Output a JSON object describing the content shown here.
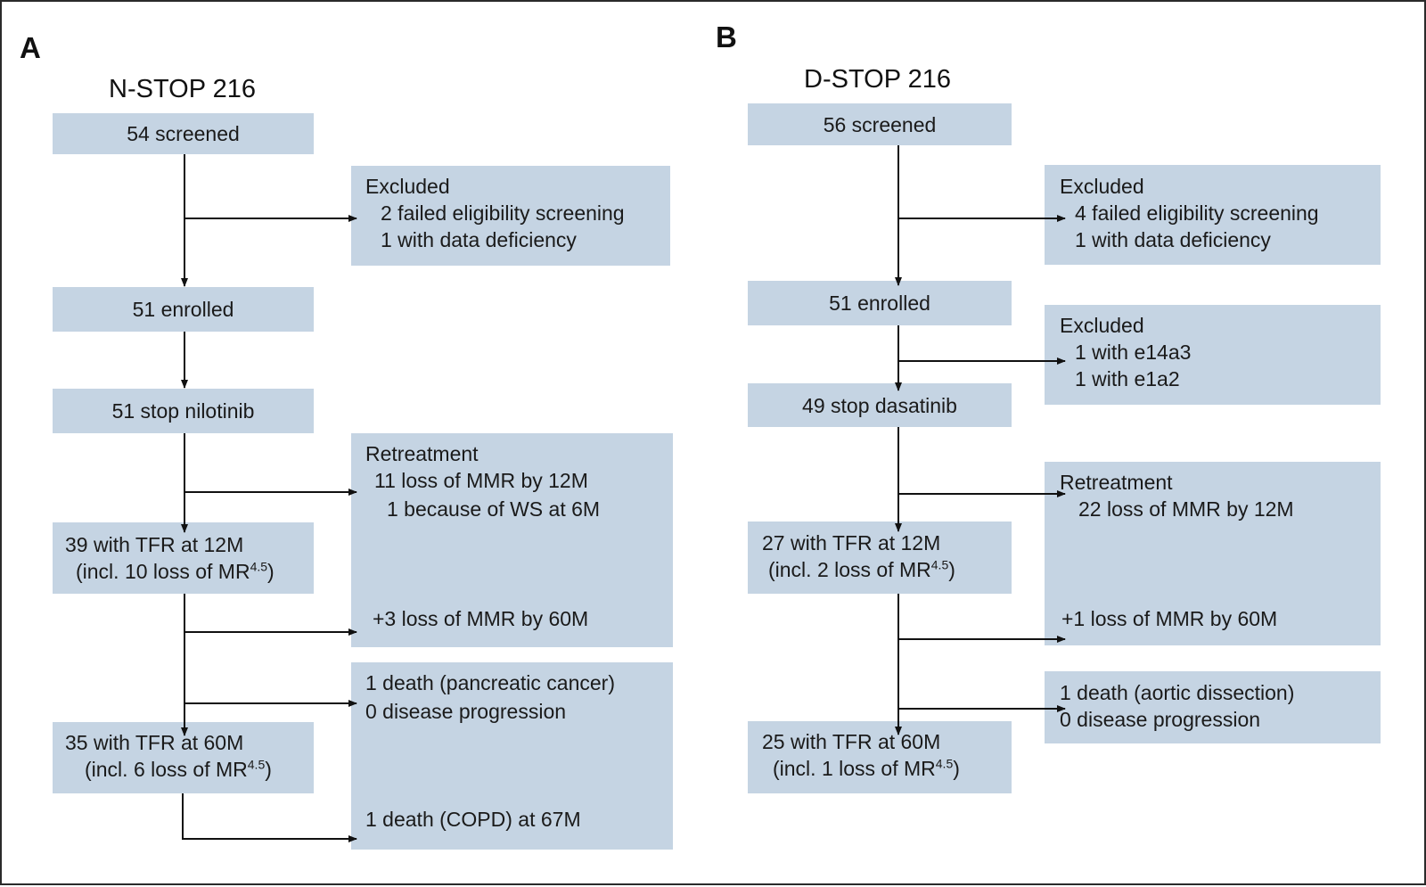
{
  "panels": {
    "a": {
      "letter": "A",
      "title": "N-STOP 216",
      "screened": "54 screened",
      "excluded": {
        "heading": "Excluded",
        "lines": [
          "2 failed eligibility screening",
          "1 with data deficiency"
        ]
      },
      "enrolled": "51 enrolled",
      "stop": "51 stop nilotinib",
      "retreatment": {
        "heading": "Retreatment",
        "lines": [
          "11 loss of MMR by 12M",
          "1 because of WS at 6M"
        ],
        "later": "+3 loss of MMR by 60M"
      },
      "tfr12": {
        "line1": "39 with TFR at 12M",
        "line2_pre": "(incl. 10 loss of MR",
        "line2_sup": "4.5",
        "line2_post": ")"
      },
      "death": {
        "lines": [
          "1 death (pancreatic cancer)",
          "0 disease progression"
        ],
        "late": "1 death (COPD) at 67M"
      },
      "tfr60": {
        "line1": "35 with TFR at 60M",
        "line2_pre": "(incl. 6 loss of MR",
        "line2_sup": "4.5",
        "line2_post": ")"
      }
    },
    "b": {
      "letter": "B",
      "title": "D-STOP 216",
      "screened": "56 screened",
      "excluded": {
        "heading": "Excluded",
        "lines": [
          "4 failed eligibility screening",
          "1 with data deficiency"
        ]
      },
      "enrolled": "51 enrolled",
      "excluded2": {
        "heading": "Excluded",
        "lines": [
          "1 with e14a3",
          "1 with e1a2"
        ]
      },
      "stop": "49 stop dasatinib",
      "retreatment": {
        "heading": "Retreatment",
        "lines": [
          "22 loss of MMR by 12M"
        ],
        "later": "+1 loss of MMR by 60M"
      },
      "tfr12": {
        "line1": "27 with TFR at 12M",
        "line2_pre": "(incl. 2 loss of MR",
        "line2_sup": "4.5",
        "line2_post": ")"
      },
      "death": {
        "lines": [
          "1 death (aortic dissection)",
          "0 disease progression"
        ]
      },
      "tfr60": {
        "line1": "25 with TFR at 60M",
        "line2_pre": "(incl. 1 loss of MR",
        "line2_sup": "4.5",
        "line2_post": ")"
      }
    }
  },
  "colors": {
    "box_fill": "#c5d4e3",
    "line": "#111111",
    "border": "#2a2a2a"
  }
}
